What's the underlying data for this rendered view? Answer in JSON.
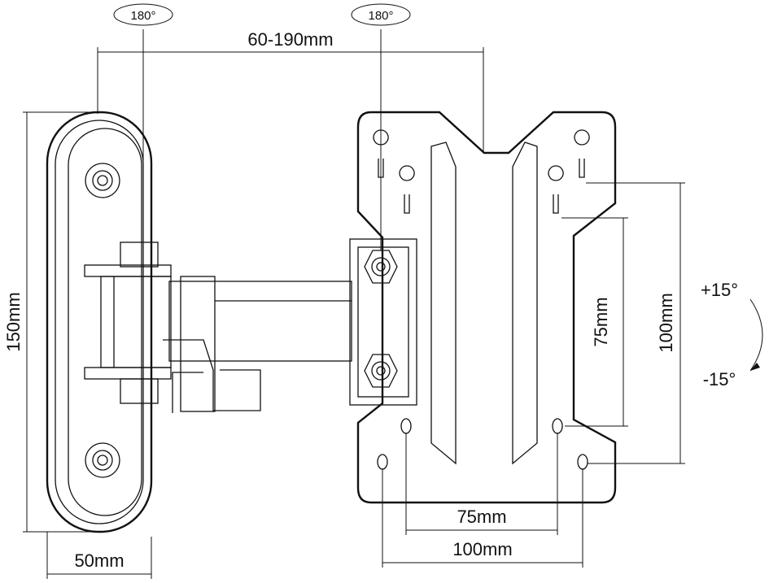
{
  "dimensions": {
    "arm_extension": "60-190mm",
    "wall_plate_height": "150mm",
    "wall_plate_width": "50mm",
    "vesa_inner_vertical": "75mm",
    "vesa_outer_vertical": "100mm",
    "vesa_inner_horizontal": "75mm",
    "vesa_outer_horizontal": "100mm"
  },
  "rotation": {
    "left_swivel": "180°",
    "right_swivel": "180°",
    "tilt_up": "+15°",
    "tilt_down": "-15°"
  },
  "colors": {
    "line": "#111111",
    "background": "#ffffff"
  }
}
